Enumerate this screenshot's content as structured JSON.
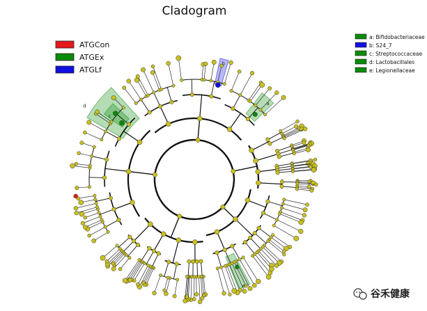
{
  "title": "Cladogram",
  "groups_legend": [
    {
      "label": "ATGCon",
      "color": "#e41a1c"
    },
    {
      "label": "ATGEx",
      "color": "#0a8a0a"
    },
    {
      "label": "ATGLf",
      "color": "#1010e0"
    }
  ],
  "clade_legend": [
    {
      "key": "a",
      "label": "a: Bifidobacteriaceae",
      "group": "ATGEx",
      "color": "#0a8a0a"
    },
    {
      "key": "b",
      "label": "b: S24_7",
      "group": "ATGLf",
      "color": "#1010e0"
    },
    {
      "key": "c",
      "label": "c: Streptococcaceae",
      "group": "ATGEx",
      "color": "#0a8a0a"
    },
    {
      "key": "d",
      "label": "d: Lactobacillales",
      "group": "ATGEx",
      "color": "#0a8a0a"
    },
    {
      "key": "e",
      "label": "e: Legionellaceae",
      "group": "ATGEx",
      "color": "#0a8a0a"
    }
  ],
  "highlight_labels": [
    "a",
    "b",
    "c",
    "d",
    "e"
  ],
  "node_colors": {
    "default": "#c8c020",
    "ATGCon": "#e41a1c",
    "ATGEx": "#0a8a0a",
    "ATGLf": "#1010e0"
  },
  "watermark": "谷禾健康"
}
